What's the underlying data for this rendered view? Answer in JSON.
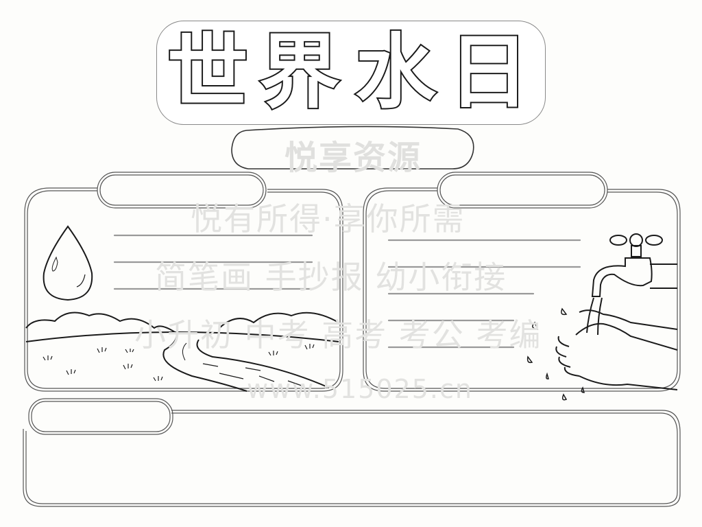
{
  "title": {
    "text": "世界水日",
    "chars": [
      "世",
      "界",
      "水",
      "日"
    ]
  },
  "subtitle": {
    "text": "悦享资源"
  },
  "watermarks": {
    "line1": "悦有所得·享你所需",
    "line2": "简笔画 手抄报 幼小衔接",
    "line3": "小升初 中考 高考 考公 考编",
    "line4": "www.515025.cn"
  },
  "panels": {
    "left": {
      "heading_label": "",
      "line_count": 3,
      "icons": [
        "water-drop",
        "river-landscape"
      ]
    },
    "right": {
      "heading_label": "",
      "line_count": 5,
      "icons": [
        "faucet",
        "hand-washing"
      ]
    },
    "bottom": {
      "heading_label": ""
    }
  },
  "colors": {
    "stroke": "#1a1a1a",
    "outline": "#555555",
    "watermark": "#e2e2e0",
    "background": "#fdfdfb"
  }
}
